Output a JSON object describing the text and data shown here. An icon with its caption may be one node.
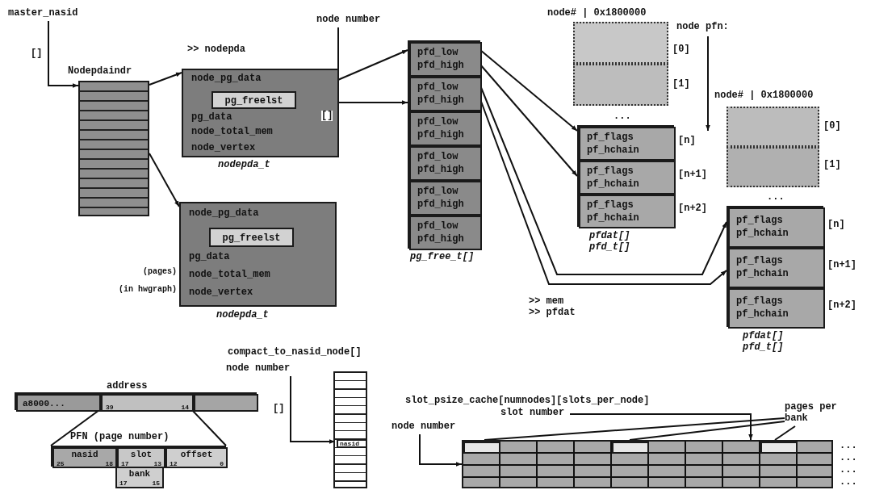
{
  "diagram": {
    "nodes": [
      {
        "text": [
          "master_nasid"
        ]
      },
      {
        "text": [
          "Nodepdaindr"
        ]
      },
      {
        "text": [
          "node_pg_data",
          "pg_data",
          "node_total_mem",
          "node_vertex"
        ],
        "beside": [
          "nodepda_t"
        ]
      },
      {
        "text": [
          "pg_freelst"
        ],
        "in": 2
      },
      {
        "text": [
          "node_pg_data",
          "pg_data",
          "node_total_mem",
          "node_vertex"
        ],
        "beside": [
          "(pages)",
          "(in hwgraph)",
          "nodepda_t"
        ]
      },
      {
        "text": [
          "pg_freelst"
        ],
        "in": 4
      },
      {
        "text": [
          "node number"
        ]
      },
      {
        "text": [],
        "shape": "box",
        "beside": [
          "pg_free_t[]"
        ]
      },
      {
        "text": [
          "pfd_low",
          "pfd_high"
        ],
        "in": 7
      },
      {
        "text": [
          "pfd_low",
          "pfd_high"
        ],
        "in": 7
      },
      {
        "text": [
          "pfd_low",
          "pfd_high"
        ],
        "in": 7
      },
      {
        "text": [
          "pfd_low",
          "pfd_high"
        ],
        "in": 7
      },
      {
        "text": [
          "pfd_low",
          "pfd_high"
        ],
        "in": 7
      },
      {
        "text": [
          "pfd_low",
          "pfd_high"
        ],
        "in": 7
      },
      {
        "text": [],
        "shape": "box",
        "beside": [
          "[0]"
        ]
      },
      {
        "text": [],
        "shape": "box",
        "beside": [
          "[1]"
        ]
      },
      {
        "text": [],
        "shape": "box",
        "beside": [
          "pfdat[]",
          "pfd_t[]"
        ]
      },
      {
        "text": [
          "pf_flags",
          "pf_hchain"
        ],
        "in": 16,
        "beside": [
          "[n]"
        ]
      },
      {
        "text": [
          "pf_flags",
          "pf_hchain"
        ],
        "in": 16,
        "beside": [
          "[n+1]"
        ]
      },
      {
        "text": [
          "pf_flags",
          "pf_hchain"
        ],
        "in": 16,
        "beside": [
          "[n+2]"
        ]
      },
      {
        "text": [],
        "shape": "box",
        "beside": [
          "[0]"
        ]
      },
      {
        "text": [],
        "shape": "box",
        "beside": [
          "[1]"
        ]
      },
      {
        "text": [],
        "shape": "box",
        "beside": [
          "pfdat[]",
          "pfd_t[]"
        ]
      },
      {
        "text": [
          "pf_flags",
          "pf_hchain"
        ],
        "in": 22,
        "beside": [
          "[n]"
        ]
      },
      {
        "text": [
          "pf_flags",
          "pf_hchain"
        ],
        "in": 22,
        "beside": [
          "[n+1]"
        ]
      },
      {
        "text": [
          "pf_flags",
          "pf_hchain"
        ],
        "in": 22,
        "beside": [
          "[n+2]"
        ]
      },
      {
        "text": [
          "address"
        ]
      },
      {
        "text": [
          "a8000..."
        ],
        "in": 26
      },
      {
        "text": [
          "39",
          "14"
        ],
        "in": 26
      },
      {
        "text": [],
        "shape": "box",
        "in": 26
      },
      {
        "text": [
          "PFN (page number)"
        ]
      },
      {
        "text": [
          "nasid",
          "25",
          "18"
        ],
        "in": 30
      },
      {
        "text": [
          "slot",
          "17",
          "13"
        ],
        "in": 30
      },
      {
        "text": [
          "offset",
          "12",
          "0"
        ],
        "in": 30
      },
      {
        "text": [
          "bank",
          "17",
          "15"
        ]
      },
      {
        "text": [
          "compact_to_nasid_node[]"
        ]
      },
      {
        "text": [
          "nasid"
        ],
        "in": 35
      },
      {
        "text": [
          "node number"
        ]
      },
      {
        "text": [
          "slot_psize_cache[numnodes][slots_per_node]"
        ]
      },
      {
        "text": [
          "node number"
        ]
      },
      {
        "text": [
          "slot number"
        ]
      },
      {
        "text": [
          "pages per bank"
        ]
      },
      {
        "text": [],
        "shape": "box",
        "in": 38
      },
      {
        "text": [],
        "shape": "box",
        "in": 38
      },
      {
        "text": [],
        "shape": "box",
        "in": 38
      }
    ],
    "edges": [
      {
        "from": 0,
        "to": 1,
        "arrow": "to",
        "label": "[]"
      },
      {
        "from": 1,
        "to": 2,
        "arrow": "to"
      },
      {
        "from": 1,
        "to": 4,
        "arrow": "to"
      },
      {
        "from": 3,
        "to": 8,
        "arrow": "to"
      },
      {
        "from": 6,
        "to": 9,
        "arrow": "to",
        "label": "[]"
      },
      {
        "from": 8,
        "to": 17,
        "arrow": "to"
      },
      {
        "from": 8,
        "to": 18,
        "arrow": "to"
      },
      {
        "from": 9,
        "to": 23,
        "arrow": "to"
      },
      {
        "from": 9,
        "to": 24,
        "arrow": "to"
      },
      {
        "from": 37,
        "to": 36,
        "arrow": "to",
        "label": "[]"
      },
      {
        "from": 39,
        "to": 38,
        "arrow": "to"
      },
      {
        "from": 40,
        "to": 38,
        "arrow": "to"
      },
      {
        "from": 41,
        "to": 42,
        "arrow": "none"
      },
      {
        "from": 41,
        "to": 43,
        "arrow": "none"
      },
      {
        "from": 41,
        "to": 44,
        "arrow": "none"
      }
    ],
    "labels": [
      ">> nodepda",
      "node# | 0x1800000",
      "node pfn:",
      "...",
      "node# | 0x1800000",
      "...",
      ">> mem",
      ">> pfdat",
      "...",
      "...",
      "...",
      "..."
    ]
  }
}
